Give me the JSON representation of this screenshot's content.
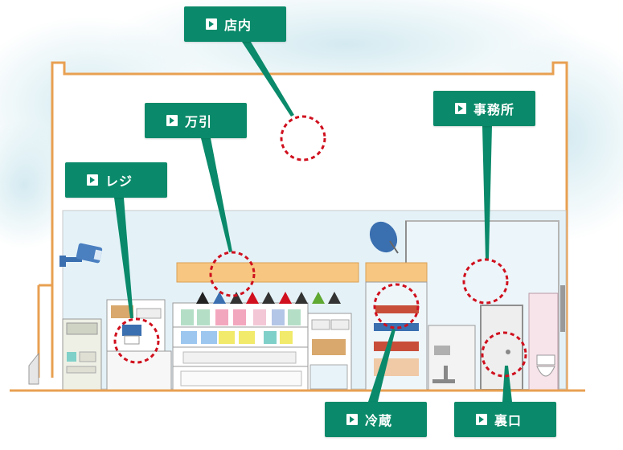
{
  "callouts": {
    "store": {
      "label": "店内"
    },
    "shoplifting": {
      "label": "万引"
    },
    "register": {
      "label": "レジ"
    },
    "office": {
      "label": "事務所"
    },
    "refrigerator": {
      "label": "冷蔵"
    },
    "back_door": {
      "label": "裏口"
    }
  },
  "colors": {
    "callout_bg": "#0a8a6a",
    "marker_ring": "#d0101e",
    "building_outline": "#e8a052",
    "interior_wall": "#dff0f7",
    "shelf_header": "#f7c781"
  }
}
